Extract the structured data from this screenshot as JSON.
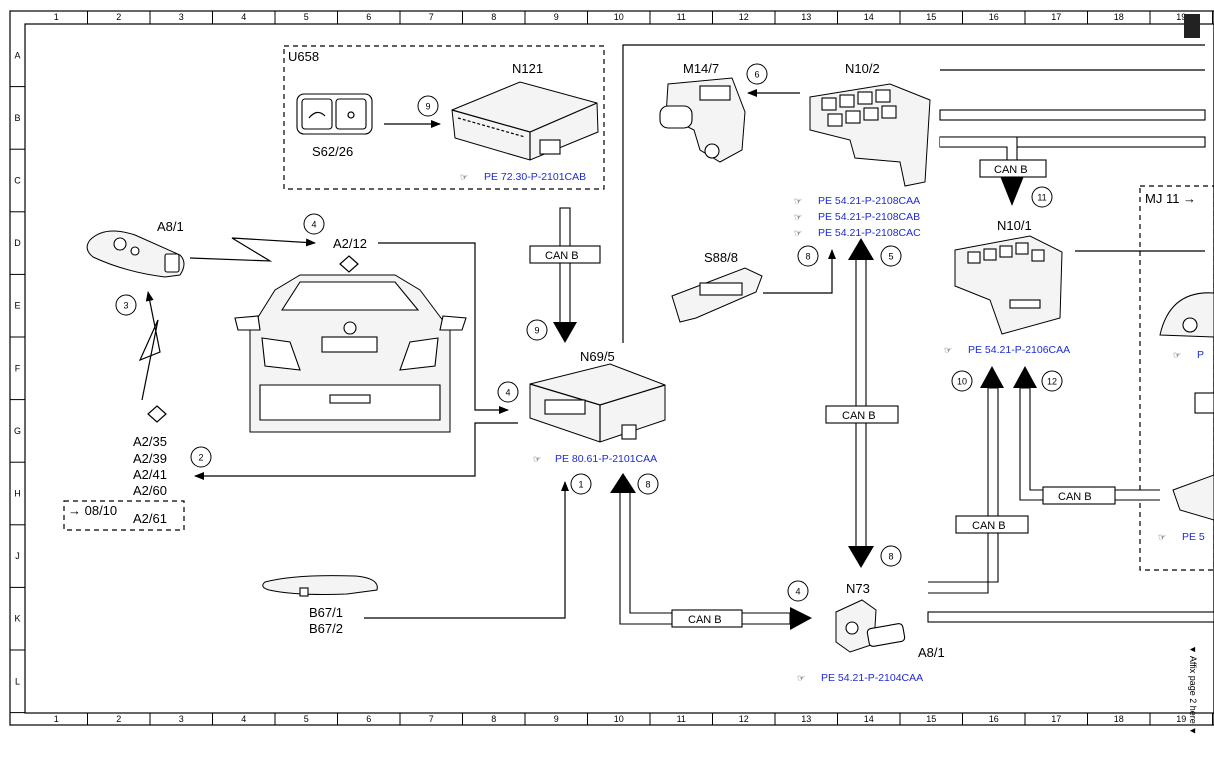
{
  "grid": {
    "columns": [
      "1",
      "2",
      "3",
      "4",
      "5",
      "6",
      "7",
      "8",
      "9",
      "10",
      "11",
      "12",
      "13",
      "14",
      "15",
      "16",
      "17",
      "18",
      "19"
    ],
    "rows": [
      "A",
      "B",
      "C",
      "D",
      "E",
      "F",
      "G",
      "H",
      "J",
      "K",
      "L"
    ]
  },
  "components": {
    "u658": "U658",
    "n121": "N121",
    "s62_26": "S62/26",
    "m14_7": "M14/7",
    "n10_2": "N10/2",
    "n10_1": "N10/1",
    "a8_1_key": "A8/1",
    "a2_12": "A2/12",
    "s88_8": "S88/8",
    "n69_5": "N69/5",
    "a2_35": "A2/35",
    "a2_39": "A2/39",
    "a2_41": "A2/41",
    "a2_60": "A2/60",
    "a2_61": "A2/61",
    "page_ref": "→ 08/10",
    "b67_1": "B67/1",
    "b67_2": "B67/2",
    "n73": "N73",
    "a8_1_lock": "A8/1",
    "mj11": "MJ 11 →"
  },
  "references": {
    "n121_ref": "PE 72.30-P-2101CAB",
    "n10_2_ref1": "PE 54.21-P-2108CAA",
    "n10_2_ref2": "PE 54.21-P-2108CAB",
    "n10_2_ref3": "PE 54.21-P-2108CAC",
    "n10_1_ref": "PE 54.21-P-2106CAA",
    "n69_5_ref": "PE 80.61-P-2101CAA",
    "n73_ref": "PE 54.21-P-2104CAA",
    "right_ref1": "P",
    "right_ref2": "PE 5"
  },
  "can_labels": {
    "can1": "CAN B",
    "can2": "CAN B",
    "can3": "CAN B",
    "can4": "CAN B",
    "can5": "CAN B",
    "can6": "CAN B"
  },
  "step_numbers": {
    "s9a": "9",
    "s6": "6",
    "s4a": "4",
    "s3": "3",
    "s11": "11",
    "s8a": "8",
    "s5": "5",
    "s9b": "9",
    "s4b": "4",
    "s10": "10",
    "s12": "12",
    "s2": "2",
    "s1": "1",
    "s8b": "8",
    "s8c": "8",
    "s4c": "4"
  },
  "side_note": "▼ Affix page 2 here ▼"
}
